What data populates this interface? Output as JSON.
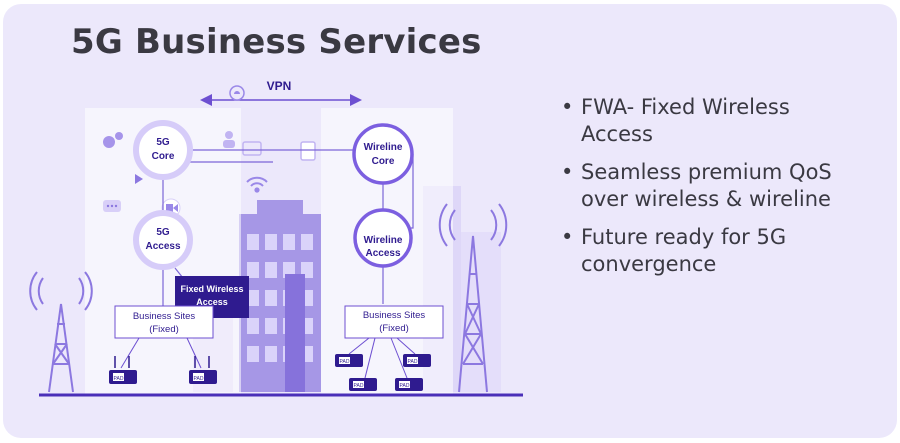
{
  "title": "5G Business Services",
  "diagram": {
    "vpn_label": "VPN",
    "core_5g": [
      "5G",
      "Core"
    ],
    "access_5g": [
      "5G",
      "Access"
    ],
    "wireline_core": [
      "Wireline",
      "Core"
    ],
    "wireline_access": [
      "Wireline",
      "Access"
    ],
    "fwa_box": [
      "Fixed Wireless",
      "Access"
    ],
    "sites_left": [
      "Business Sites",
      "(Fixed)"
    ],
    "sites_right": [
      "Business Sites",
      "(Fixed)"
    ],
    "device_label": "PAD"
  },
  "bullets": [
    "FWA- Fixed Wireless Access",
    "Seamless premium QoS over wireless & wireline",
    "Future ready for 5G convergence"
  ],
  "colors": {
    "background": "#ece8fb",
    "accent": "#6d4fd1",
    "dark_accent": "#2f1b8f",
    "text": "#3a3942"
  }
}
